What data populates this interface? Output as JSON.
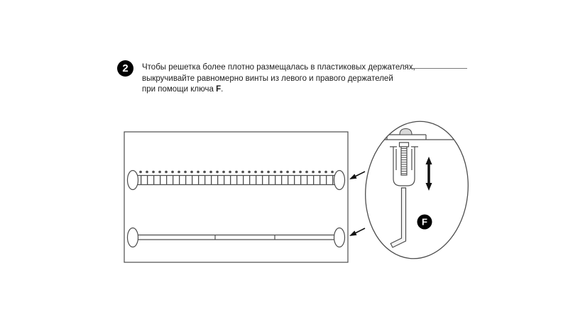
{
  "step": {
    "number": "2",
    "line1": "Чтобы решетка более плотно размещалась в пластиковых держателях,",
    "line2": "выкручивайте равномерно винты из левого и правого держателей",
    "line3_prefix": "при помощи ключа",
    "key_ref": "F",
    "line3_suffix": "."
  },
  "detail": {
    "key_label": "F"
  },
  "colors": {
    "ink": "#1d1d1d",
    "line": "#4d4d4d",
    "badge": "#000000",
    "background": "#ffffff"
  }
}
